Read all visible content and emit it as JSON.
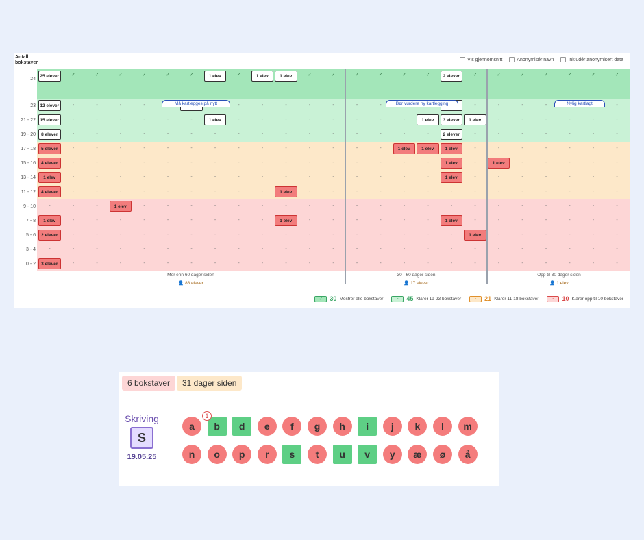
{
  "header": {
    "y_title": "Antall bokstaver",
    "options": [
      "Vis gjennomsnitt",
      "Anonymisér navn",
      "Inkludér anonymisert data"
    ]
  },
  "rows": [
    {
      "label": "24",
      "band": "green"
    },
    {
      "label": "23",
      "band": "lightgreen"
    },
    {
      "label": "21 - 22",
      "band": "lightgreen"
    },
    {
      "label": "19 - 20",
      "band": "lightgreen"
    },
    {
      "label": "17 - 18",
      "band": "orange"
    },
    {
      "label": "15 - 16",
      "band": "orange"
    },
    {
      "label": "13 - 14",
      "band": "orange"
    },
    {
      "label": "11 - 12",
      "band": "orange"
    },
    {
      "label": "9 - 10",
      "band": "red"
    },
    {
      "label": "7 - 8",
      "band": "red"
    },
    {
      "label": "5 - 6",
      "band": "red"
    },
    {
      "label": "3 - 4",
      "band": "red"
    },
    {
      "label": "0 - 2",
      "band": "red"
    }
  ],
  "colors": {
    "green": "#a3e6b9",
    "lightgreen": "#c9f2d6",
    "orange": "#fde8c9",
    "red": "#fdd6d6"
  },
  "pills": [
    {
      "row": 0,
      "col": 0,
      "text": "25 elever",
      "style": "white"
    },
    {
      "row": 0,
      "col": 7,
      "text": "1 elev",
      "style": "white"
    },
    {
      "row": 0,
      "col": 9,
      "text": "1 elev",
      "style": "white"
    },
    {
      "row": 0,
      "col": 10,
      "text": "1 elev",
      "style": "white"
    },
    {
      "row": 0,
      "col": 17,
      "text": "2 elever",
      "style": "white"
    },
    {
      "row": 1,
      "col": 0,
      "text": "12 elever",
      "style": "white"
    },
    {
      "row": 1,
      "col": 6,
      "text": "1 elev",
      "style": "white"
    },
    {
      "row": 1,
      "col": 17,
      "text": "1 elev",
      "style": "white"
    },
    {
      "row": 2,
      "col": 0,
      "text": "15 elever",
      "style": "white"
    },
    {
      "row": 2,
      "col": 7,
      "text": "1 elev",
      "style": "white"
    },
    {
      "row": 2,
      "col": 16,
      "text": "1 elev",
      "style": "white"
    },
    {
      "row": 2,
      "col": 17,
      "text": "3 elever",
      "style": "white"
    },
    {
      "row": 2,
      "col": 18,
      "text": "1 elev",
      "style": "white"
    },
    {
      "row": 3,
      "col": 0,
      "text": "8 elever",
      "style": "white"
    },
    {
      "row": 3,
      "col": 17,
      "text": "2 elever",
      "style": "white"
    },
    {
      "row": 4,
      "col": 0,
      "text": "5 elever",
      "style": "red"
    },
    {
      "row": 4,
      "col": 15,
      "text": "1 elev",
      "style": "red"
    },
    {
      "row": 4,
      "col": 16,
      "text": "1 elev",
      "style": "red"
    },
    {
      "row": 4,
      "col": 17,
      "text": "1 elev",
      "style": "red"
    },
    {
      "row": 5,
      "col": 0,
      "text": "4 elever",
      "style": "red"
    },
    {
      "row": 5,
      "col": 17,
      "text": "1 elev",
      "style": "red"
    },
    {
      "row": 5,
      "col": 19,
      "text": "1 elev",
      "style": "red"
    },
    {
      "row": 6,
      "col": 0,
      "text": "1 elev",
      "style": "red"
    },
    {
      "row": 6,
      "col": 17,
      "text": "1 elev",
      "style": "red"
    },
    {
      "row": 7,
      "col": 0,
      "text": "4 elever",
      "style": "red"
    },
    {
      "row": 7,
      "col": 10,
      "text": "1 elev",
      "style": "red"
    },
    {
      "row": 8,
      "col": 3,
      "text": "1 elev",
      "style": "red"
    },
    {
      "row": 9,
      "col": 0,
      "text": "1 elev",
      "style": "red"
    },
    {
      "row": 9,
      "col": 10,
      "text": "1 elev",
      "style": "red"
    },
    {
      "row": 9,
      "col": 17,
      "text": "1 elev",
      "style": "red"
    },
    {
      "row": 10,
      "col": 0,
      "text": "2 elever",
      "style": "red"
    },
    {
      "row": 10,
      "col": 18,
      "text": "1 elev",
      "style": "red"
    },
    {
      "row": 12,
      "col": 0,
      "text": "3 elever",
      "style": "red"
    }
  ],
  "row0_symbol": "✓",
  "empty_symbol": "-",
  "braces": [
    "Må kartlegges på nytt",
    "Bør vurdere ny kartlegging",
    "Nylig kartlagt"
  ],
  "groups": [
    {
      "label": "Mer enn 60 dager siden",
      "count": "88 elever"
    },
    {
      "label": "30 - 60 dager siden",
      "count": "17 elever"
    },
    {
      "label": "Opp til 30 dager siden",
      "count": "1 elev"
    }
  ],
  "legend": [
    {
      "symbol": "✓",
      "num": "30",
      "text": "Mestrer alle bokstaver",
      "color": "#3aa564",
      "bg": "#a3e6b9"
    },
    {
      "symbol": "-",
      "num": "45",
      "text": "Klarer 19-23 bokstaver",
      "color": "#3aa564",
      "bg": "#c9f2d6"
    },
    {
      "symbol": "-",
      "num": "21",
      "text": "Klarer 11-18 bokstaver",
      "color": "#e0902b",
      "bg": "#fde8c9"
    },
    {
      "symbol": "-",
      "num": "10",
      "text": "Klarer opp til 10 bokstaver",
      "color": "#d94a4a",
      "bg": "#fdd6d6"
    }
  ],
  "card": {
    "badge1": "6 bokstaver",
    "badge2": "31 dager siden",
    "skriving_title": "Skriving",
    "skriving_letter": "S",
    "date": "19.05.25",
    "notif": "1",
    "letters_row1": [
      {
        "l": "a",
        "ok": false
      },
      {
        "l": "b",
        "ok": true
      },
      {
        "l": "d",
        "ok": true
      },
      {
        "l": "e",
        "ok": false
      },
      {
        "l": "f",
        "ok": false
      },
      {
        "l": "g",
        "ok": false
      },
      {
        "l": "h",
        "ok": false
      },
      {
        "l": "i",
        "ok": true
      },
      {
        "l": "j",
        "ok": false
      },
      {
        "l": "k",
        "ok": false
      },
      {
        "l": "l",
        "ok": false
      },
      {
        "l": "m",
        "ok": false
      }
    ],
    "letters_row2": [
      {
        "l": "n",
        "ok": false
      },
      {
        "l": "o",
        "ok": false
      },
      {
        "l": "p",
        "ok": false
      },
      {
        "l": "r",
        "ok": false
      },
      {
        "l": "s",
        "ok": true
      },
      {
        "l": "t",
        "ok": false
      },
      {
        "l": "u",
        "ok": true
      },
      {
        "l": "v",
        "ok": true
      },
      {
        "l": "y",
        "ok": false
      },
      {
        "l": "æ",
        "ok": false
      },
      {
        "l": "ø",
        "ok": false
      },
      {
        "l": "å",
        "ok": false
      }
    ]
  }
}
